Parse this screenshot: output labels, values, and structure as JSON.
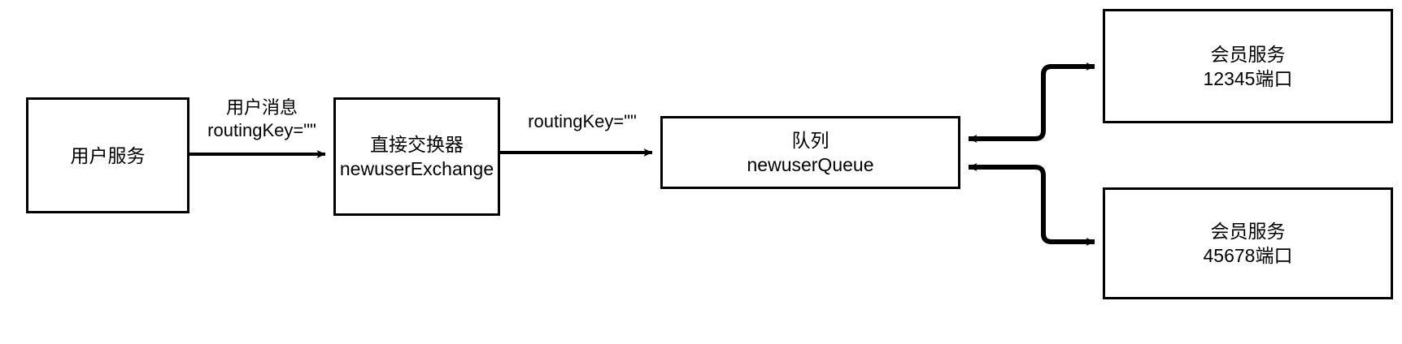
{
  "diagram": {
    "title": "RabbitMQ direct exchange fanout to member services",
    "background": "#ffffff",
    "stroke": "#000000",
    "nodes": [
      {
        "id": "user-service",
        "lines": [
          "用户服务"
        ]
      },
      {
        "id": "exchange",
        "lines": [
          "直接交换器",
          "newuserExchange"
        ]
      },
      {
        "id": "queue",
        "lines": [
          "队列",
          "newuserQueue"
        ]
      },
      {
        "id": "member-12345",
        "lines": [
          "会员服务",
          "12345端口"
        ]
      },
      {
        "id": "member-45678",
        "lines": [
          "会员服务",
          "45678端口"
        ]
      }
    ],
    "edges": [
      {
        "id": "user-to-exchange",
        "from": "user-service",
        "to": "exchange",
        "label_lines": [
          "用户消息",
          "routingKey=\"\""
        ]
      },
      {
        "id": "exchange-to-queue",
        "from": "exchange",
        "to": "queue",
        "label_lines": [
          "routingKey=\"\""
        ]
      },
      {
        "id": "queue-member-12345",
        "from": "queue",
        "to": "member-12345",
        "label_lines": []
      },
      {
        "id": "queue-member-45678",
        "from": "queue",
        "to": "member-45678",
        "label_lines": []
      }
    ]
  }
}
